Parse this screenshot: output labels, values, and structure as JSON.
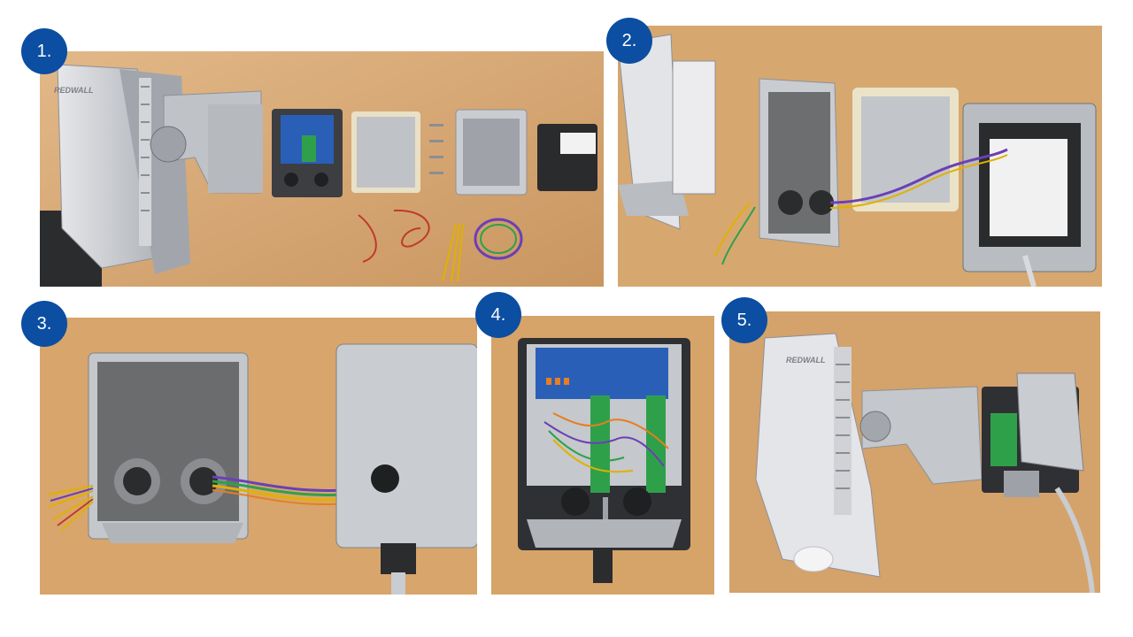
{
  "slide": {
    "steps": [
      {
        "number": "1.",
        "photo": "disassembled-sensor-parts"
      },
      {
        "number": "2.",
        "photo": "enclosure-wiring-opened"
      },
      {
        "number": "3.",
        "photo": "cable-routed-between-housings"
      },
      {
        "number": "4.",
        "photo": "terminal-board-wired"
      },
      {
        "number": "5.",
        "photo": "reassembled-sensor"
      }
    ],
    "brand_mark": "REDWALL",
    "colors": {
      "badge": "#0b4ea2",
      "table": "#d8a873",
      "metal": "#c9ccd0",
      "board": "#2a5fb8",
      "terminal": "#2fa04a"
    }
  }
}
